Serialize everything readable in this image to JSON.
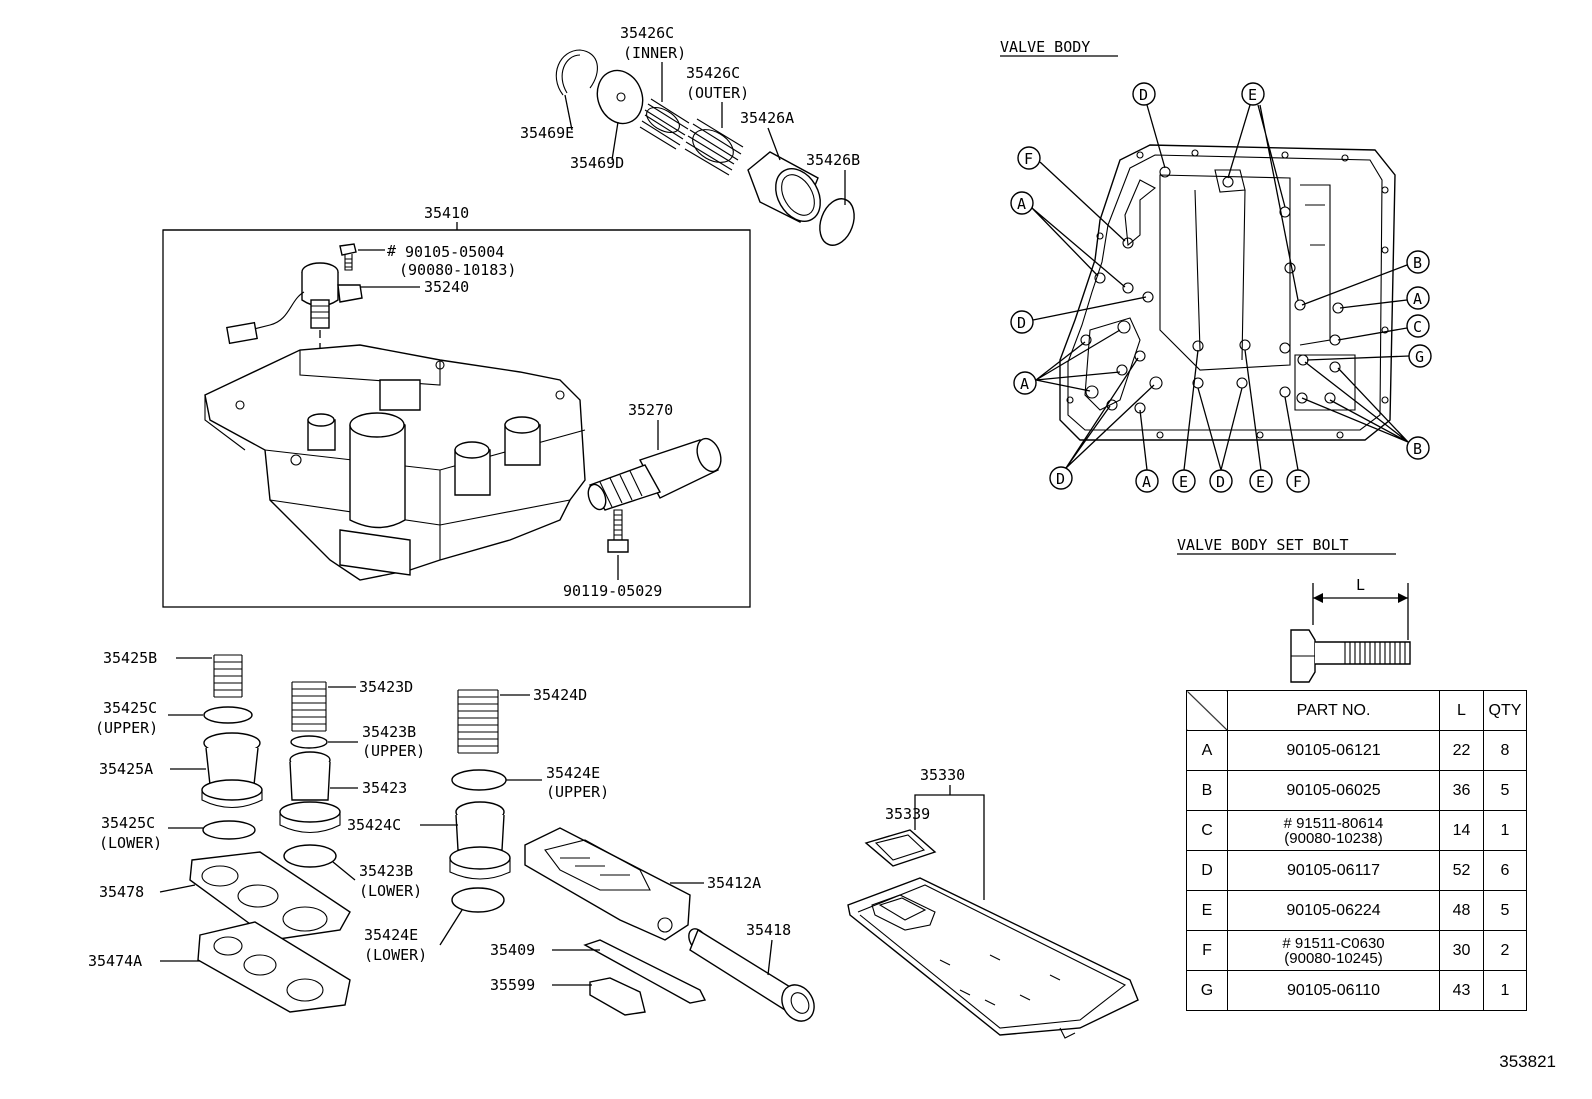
{
  "labels": {
    "p35426c_inner": "35426C",
    "p35426c_inner_note": "(INNER)",
    "p35426c_outer": "35426C",
    "p35426c_outer_note": "(OUTER)",
    "p35426a": "35426A",
    "p35426b": "35426B",
    "p35469e": "35469E",
    "p35469d": "35469D",
    "p35410": "35410",
    "p90105_05004": "90105-05004",
    "p90080_10183": "(90080-10183)",
    "p35240": "35240",
    "p35270": "35270",
    "p90119_05029": "90119-05029",
    "p35425b": "35425B",
    "p35425c_upper": "35425C",
    "p35425c_upper_note": "(UPPER)",
    "p35425a": "35425A",
    "p35425c_lower": "35425C",
    "p35425c_lower_note": "(LOWER)",
    "p35478": "35478",
    "p35474a": "35474A",
    "p35423d": "35423D",
    "p35423b_upper": "35423B",
    "p35423b_upper_note": "(UPPER)",
    "p35423": "35423",
    "p35423b_lower": "35423B",
    "p35423b_lower_note": "(LOWER)",
    "p35424d": "35424D",
    "p35424e_upper": "35424E",
    "p35424e_upper_note": "(UPPER)",
    "p35424c": "35424C",
    "p35424e_lower": "35424E",
    "p35424e_lower_note": "(LOWER)",
    "p35412a": "35412A",
    "p35409": "35409",
    "p35599": "35599",
    "p35418": "35418",
    "p35330": "35330",
    "p35339": "35339",
    "hash_mark": "#"
  },
  "valve_body": {
    "title": "VALVE BODY",
    "callouts": {
      "left_f": "F",
      "left_a": "A",
      "left_d": "D",
      "left_a2": "A",
      "left_d2": "D",
      "top_d": "D",
      "top_e": "E",
      "right_b": "B",
      "right_a": "A",
      "right_c": "C",
      "right_g": "G",
      "right_b2": "B",
      "bot_a": "A",
      "bot_e": "E",
      "bot_d": "D",
      "bot_e2": "E",
      "bot_f": "F"
    }
  },
  "set_bolt": {
    "title": "VALVE BODY SET BOLT",
    "dim_label": "L"
  },
  "table": {
    "headers": {
      "part_no": "PART NO.",
      "l": "L",
      "qty": "QTY"
    },
    "rows": [
      {
        "code": "A",
        "part": "90105-06121",
        "alt": "",
        "l": "22",
        "qty": "8"
      },
      {
        "code": "B",
        "part": "90105-06025",
        "alt": "",
        "l": "36",
        "qty": "5"
      },
      {
        "code": "C",
        "part": "91511-80614",
        "alt": "(90080-10238)",
        "l": "14",
        "qty": "1",
        "mark": "#"
      },
      {
        "code": "D",
        "part": "90105-06117",
        "alt": "",
        "l": "52",
        "qty": "6"
      },
      {
        "code": "E",
        "part": "90105-06224",
        "alt": "",
        "l": "48",
        "qty": "5"
      },
      {
        "code": "F",
        "part": "91511-C0630",
        "alt": "(90080-10245)",
        "l": "30",
        "qty": "2",
        "mark": "#"
      },
      {
        "code": "G",
        "part": "90105-06110",
        "alt": "",
        "l": "43",
        "qty": "1"
      }
    ]
  },
  "diagram_code": "353821"
}
